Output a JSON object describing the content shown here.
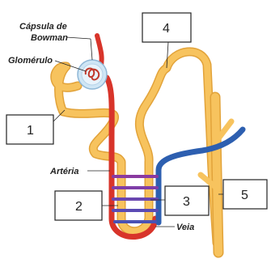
{
  "labels": {
    "capsula_line1": "Cápsula de",
    "capsula_line2": "Bowman",
    "glomerulo": "Glomérulo",
    "arteria": "Artéria",
    "veia": "Veia"
  },
  "boxes": {
    "box1": "1",
    "box2": "2",
    "box3": "3",
    "box4": "4",
    "box5": "5"
  },
  "colors": {
    "tubule": "#f7c35e",
    "tubule_outline": "#e2a33a",
    "artery": "#d8342a",
    "vein": "#2d5fb0",
    "capsule": "#cfe6f5"
  }
}
